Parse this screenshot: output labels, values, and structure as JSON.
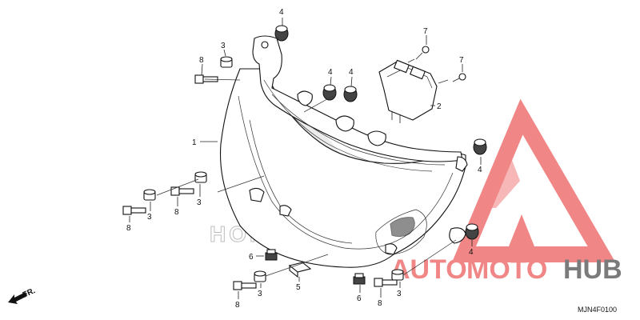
{
  "diagram": {
    "code": "MJN4F0100",
    "direction_label": "FR.",
    "watermark_brand": "HONDA",
    "logo": {
      "text_auto": "AUTO",
      "text_moto": "MOTO",
      "text_hub": "HUB",
      "colors": {
        "red": "#f07a7a",
        "gray": "#6d6d6d"
      }
    },
    "callouts": [
      "4",
      "3",
      "8",
      "7",
      "7",
      "4",
      "4",
      "2",
      "1",
      "4",
      "8",
      "3",
      "3",
      "8",
      "4",
      "6",
      "5",
      "3",
      "8",
      "6",
      "3",
      "8"
    ]
  }
}
